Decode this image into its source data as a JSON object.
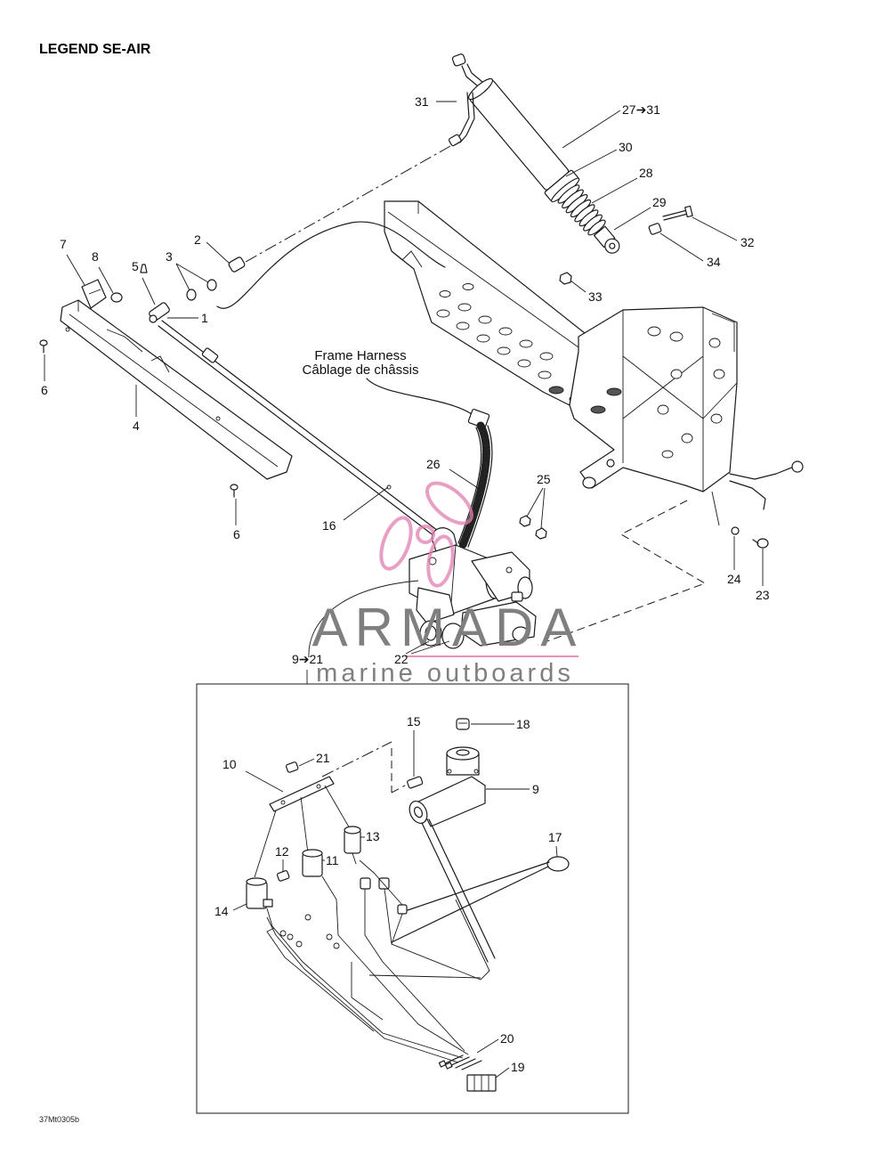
{
  "title": "LEGEND SE-AIR",
  "image_code": "37Mt0305b",
  "frame_harness": {
    "label_en": "Frame Harness",
    "label_fr": "Câblage de châssis"
  },
  "watermark": {
    "brand": "ARMADA",
    "tagline": "marine outboards"
  },
  "callouts": {
    "c31": "31",
    "c27_31": "27➔31",
    "c30": "30",
    "c28": "28",
    "c29": "29",
    "c32": "32",
    "c34": "34",
    "c33": "33",
    "c2": "2",
    "c3": "3",
    "c7": "7",
    "c8": "8",
    "c5": "5",
    "c1": "1",
    "c6a": "6",
    "c4": "4",
    "c6b": "6",
    "c16": "16",
    "c26": "26",
    "c25": "25",
    "c24": "24",
    "c23": "23",
    "c22": "22",
    "c9_21": "9➔21",
    "c15": "15",
    "c18": "18",
    "c21": "21",
    "c10": "10",
    "c9": "9",
    "c13": "13",
    "c17": "17",
    "c12": "12",
    "c11": "11",
    "c14": "14",
    "c20": "20",
    "c19": "19"
  },
  "colors": {
    "line": "#1a1a1a",
    "watermark_text": "#7f7f7f",
    "watermark_accent": "#e27fb0"
  }
}
